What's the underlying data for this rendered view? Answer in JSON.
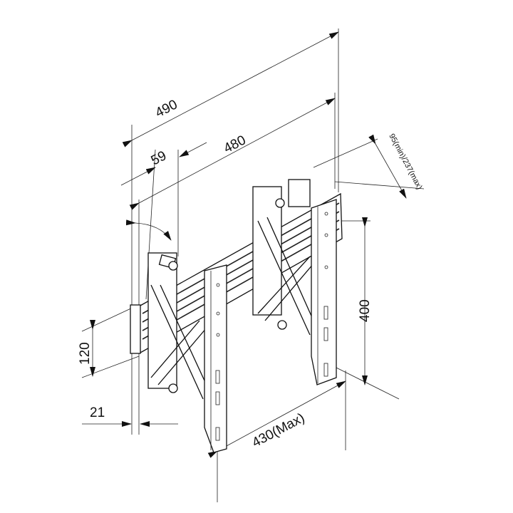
{
  "dimensions": {
    "overall_width": "490",
    "rail_width": "480",
    "offset": "59",
    "depth": "95(min)/237(max)",
    "plate_height": "400",
    "bracket_height": "120",
    "wall_offset": "21",
    "plate_spacing": "430(Max)"
  },
  "colors": {
    "line": "#111111",
    "background": "#ffffff"
  }
}
